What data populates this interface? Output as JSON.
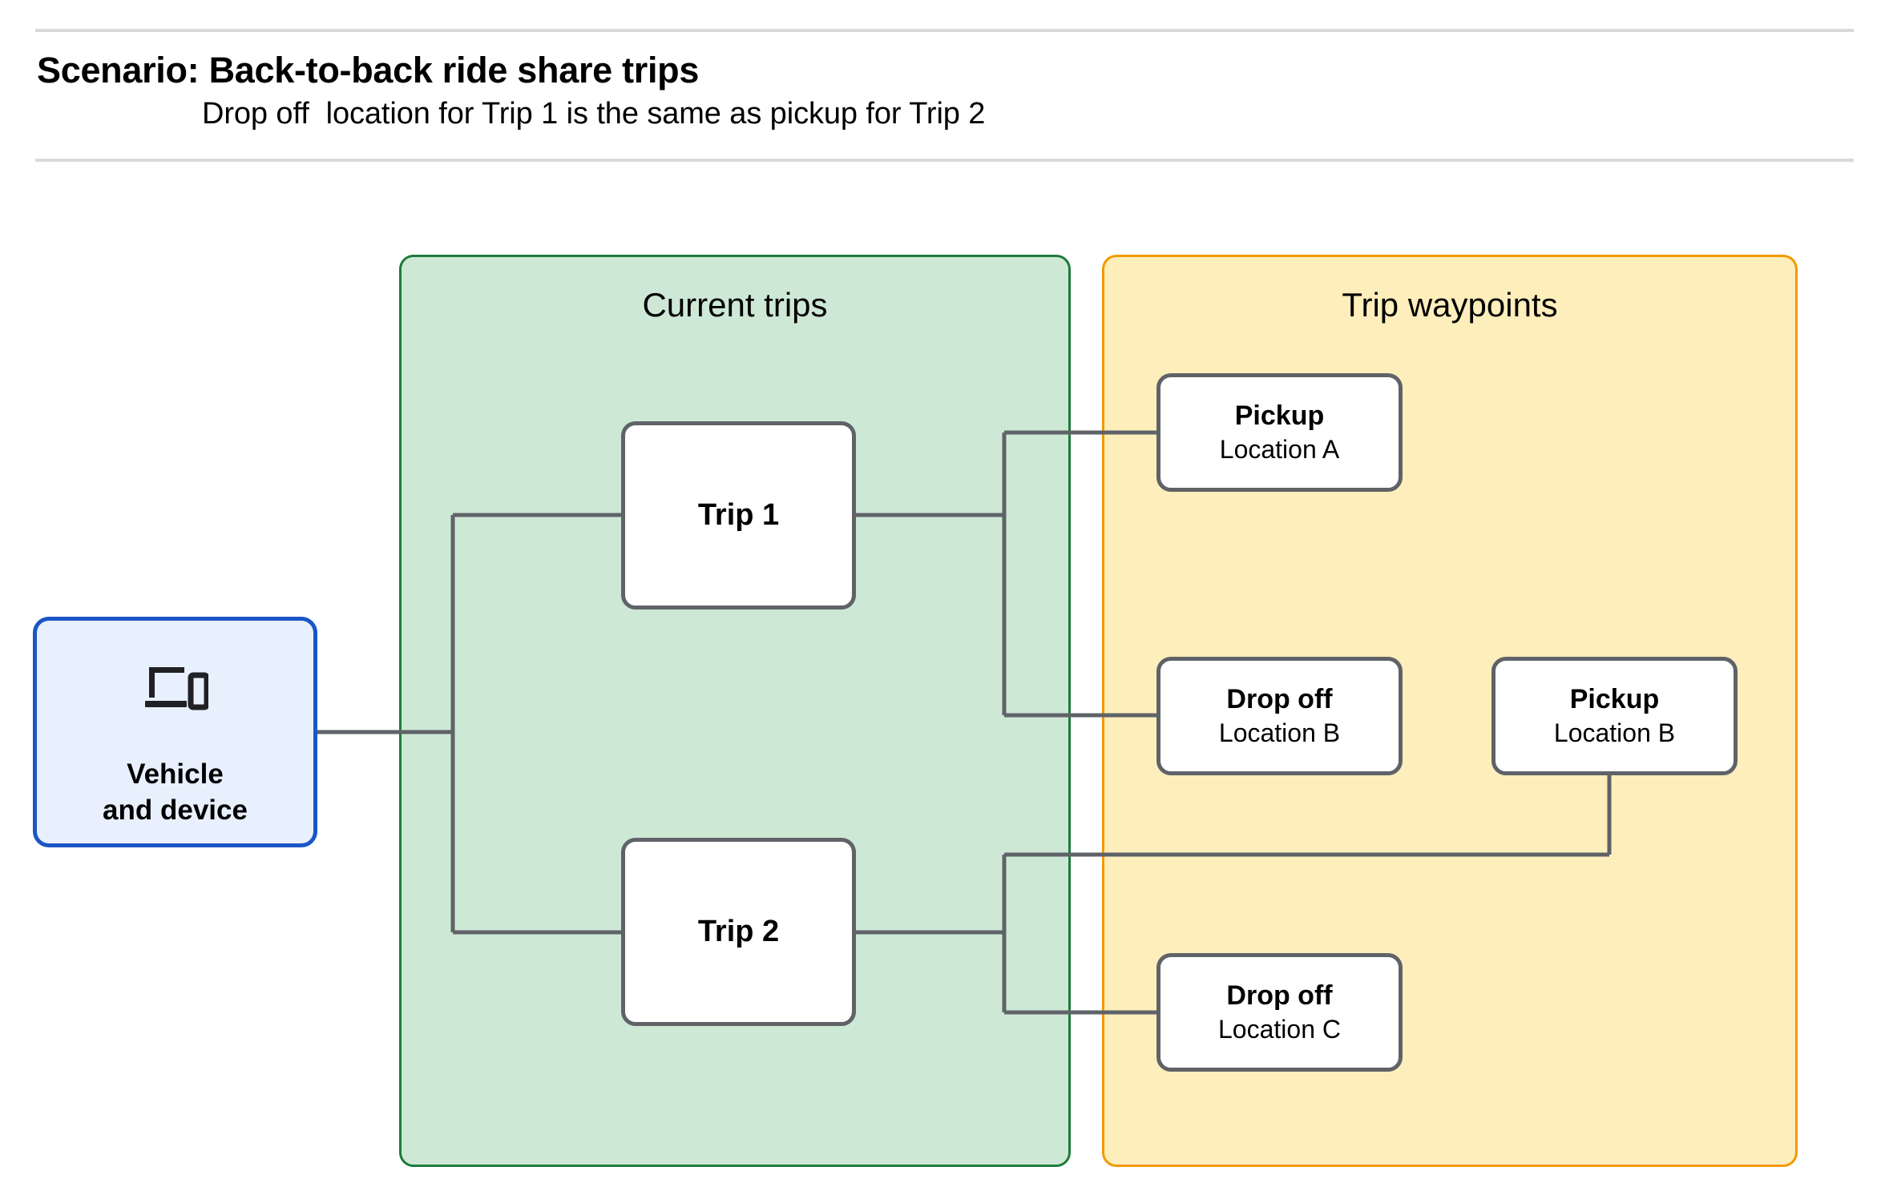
{
  "header": {
    "title": "Scenario: Back-to-back ride share trips",
    "subtitle": "Drop off  location for Trip 1 is the same as pickup for Trip 2"
  },
  "groups": {
    "current_trips": {
      "label": "Current trips",
      "fill": "#cee8d6",
      "border": "#1e7a3c"
    },
    "trip_waypoints": {
      "label": "Trip waypoints",
      "fill": "#fdeebb",
      "border": "#f29900"
    }
  },
  "nodes": {
    "vehicle": {
      "line1": "Vehicle",
      "line2": "and device",
      "icon": "laptop-and-phone-icon",
      "fill": "#e8f0fe",
      "border": "#1a56c4"
    },
    "trip1": {
      "label": "Trip 1"
    },
    "trip2": {
      "label": "Trip 2"
    },
    "pickup_a": {
      "title": "Pickup",
      "location": "Location A"
    },
    "dropoff_b": {
      "title": "Drop off",
      "location": "Location B"
    },
    "pickup_b": {
      "title": "Pickup",
      "location": "Location B"
    },
    "dropoff_c": {
      "title": "Drop off",
      "location": "Location C"
    }
  },
  "connectors": {
    "stroke": "#5f6368",
    "edges": [
      "vehicle -> trip1",
      "vehicle -> trip2",
      "trip1 -> pickup_a",
      "trip1 -> dropoff_b",
      "trip2 -> pickup_b",
      "trip2 -> dropoff_c"
    ]
  }
}
